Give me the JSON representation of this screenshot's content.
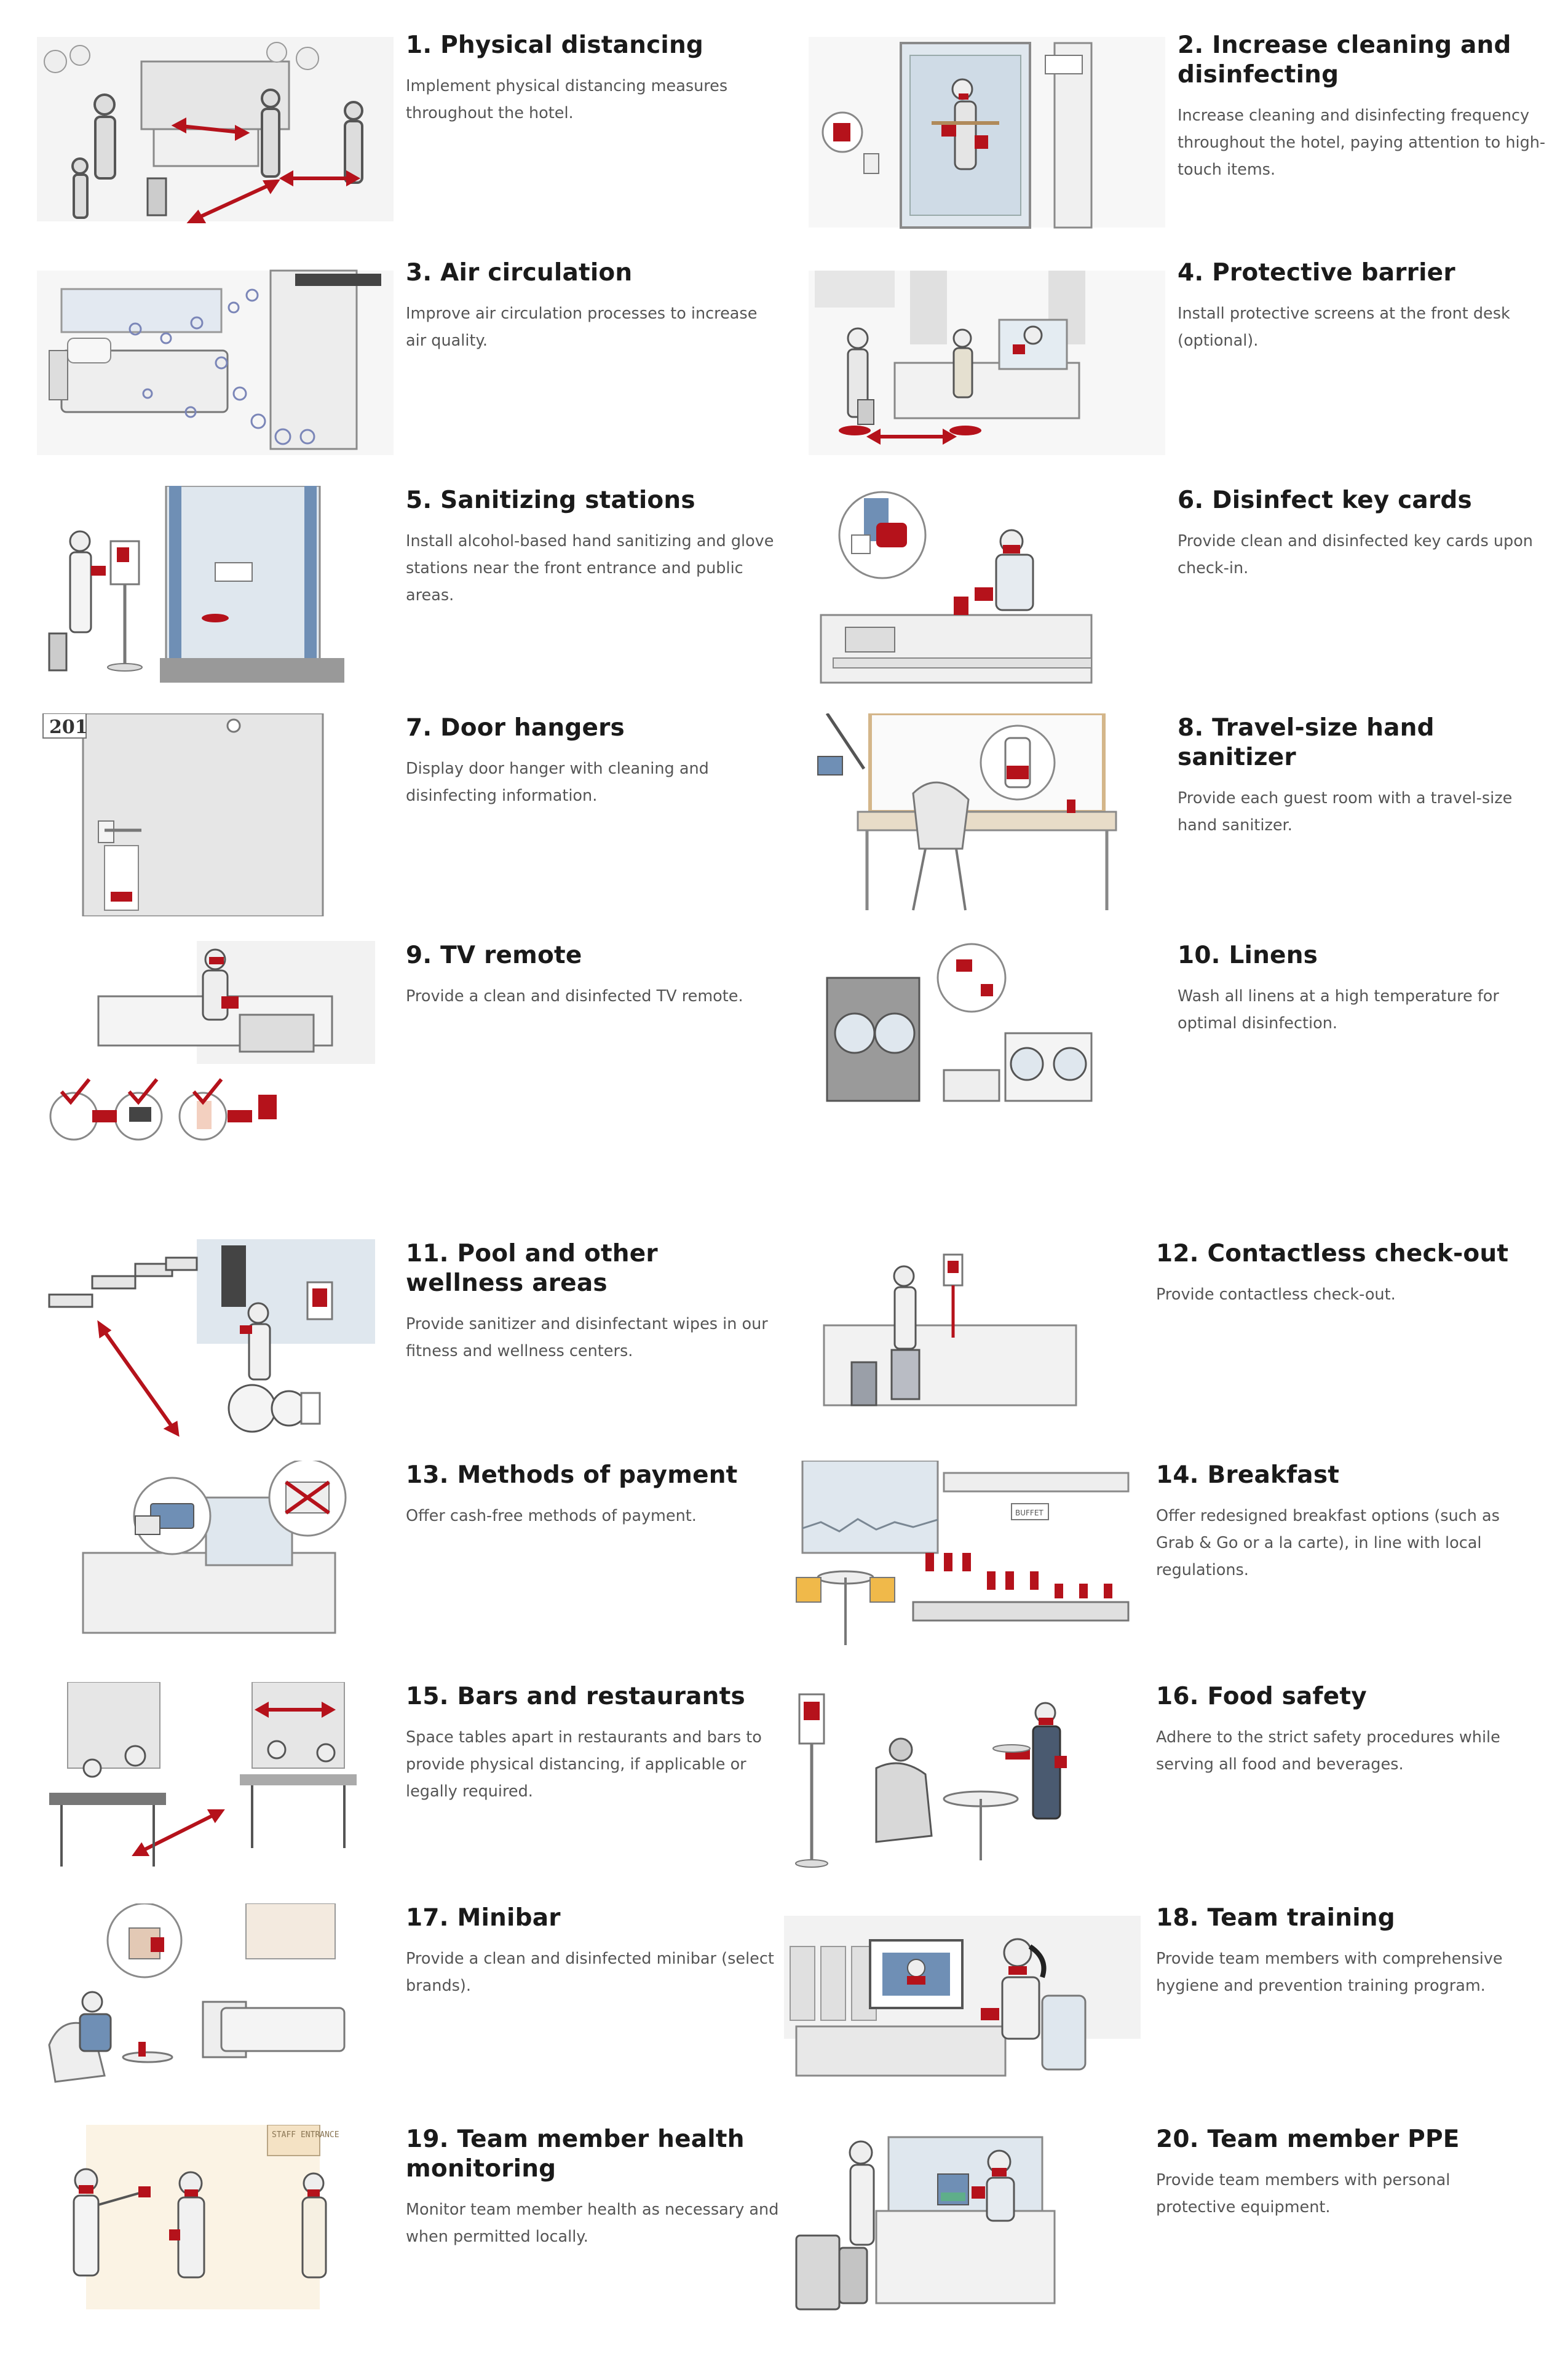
{
  "colors": {
    "accent": "#b5121b",
    "line": "#8a8a8a",
    "fill": "#e6e6e6",
    "title": "#1a1a1a",
    "body": "#555555"
  },
  "items": [
    {
      "title": "1. Physical distancing",
      "desc": "Implement physical distancing measures throughout the hotel.",
      "icon": "lobby-distancing-illustration"
    },
    {
      "title": "2. Increase cleaning and disinfecting",
      "desc": "Increase cleaning and disinfecting frequency throughout the hotel, paying attention to high-touch items.",
      "icon": "cleaning-door-illustration"
    },
    {
      "title": "3. Air circulation",
      "desc": "Improve air circulation processes to increase air quality.",
      "icon": "air-circulation-room-illustration"
    },
    {
      "title": "4. Protective barrier",
      "desc": "Install protective screens at the front desk (optional).",
      "icon": "front-desk-screen-illustration"
    },
    {
      "title": "5. Sanitizing stations",
      "desc": "Install alcohol-based hand sanitizing and glove stations near the front entrance and public areas.",
      "icon": "sanitizer-station-illustration"
    },
    {
      "title": "6. Disinfect key cards",
      "desc": "Provide clean and disinfected key cards upon check-in.",
      "icon": "key-card-illustration"
    },
    {
      "title": "7. Door hangers",
      "desc": "Display door hanger with cleaning and disinfecting information.",
      "icon": "door-hanger-illustration"
    },
    {
      "title": "8. Travel-size hand sanitizer",
      "desc": "Provide each guest room with a travel-size hand sanitizer.",
      "icon": "desk-sanitizer-illustration"
    },
    {
      "title": "9. TV remote",
      "desc": "Provide a clean and disinfected TV remote.",
      "icon": "tv-remote-illustration"
    },
    {
      "title": "10. Linens",
      "desc": "Wash all linens at a high temperature for optimal disinfection.",
      "icon": "laundry-illustration"
    },
    {
      "title": "11. Pool and other wellness areas",
      "desc": "Provide sanitizer and disinfectant wipes in our fitness and wellness centers.",
      "icon": "gym-illustration"
    },
    {
      "title": "12. Contactless check-out",
      "desc": "Provide contactless check-out.",
      "icon": "check-out-illustration"
    },
    {
      "title": "13. Methods of payment",
      "desc": "Offer cash-free methods of payment.",
      "icon": "card-payment-illustration"
    },
    {
      "title": "14. Breakfast",
      "desc": "Offer redesigned breakfast options (such as Grab & Go or a la carte), in line with local regulations.",
      "icon": "breakfast-buffet-illustration",
      "sign": "BUFFET"
    },
    {
      "title": "15. Bars and restaurants",
      "desc": "Space tables apart in restaurants and bars to provide physical distancing, if applicable or legally required.",
      "icon": "restaurant-tables-illustration"
    },
    {
      "title": "16. Food safety",
      "desc": "Adhere to the strict safety procedures while serving all food and beverages.",
      "icon": "food-service-illustration"
    },
    {
      "title": "17. Minibar",
      "desc": "Provide a clean and disinfected minibar (select brands).",
      "icon": "minibar-illustration"
    },
    {
      "title": "18. Team training",
      "desc": "Provide team members with comprehensive hygiene and prevention training program.",
      "icon": "training-computer-illustration"
    },
    {
      "title": "19. Team member health monitoring",
      "desc": "Monitor team member health as necessary and when permitted locally.",
      "icon": "health-check-illustration",
      "sign": "STAFF ENTRANCE"
    },
    {
      "title": "20. Team member PPE",
      "desc": "Provide team members with personal protective equipment.",
      "icon": "ppe-desk-illustration"
    }
  ],
  "room_number": "201"
}
